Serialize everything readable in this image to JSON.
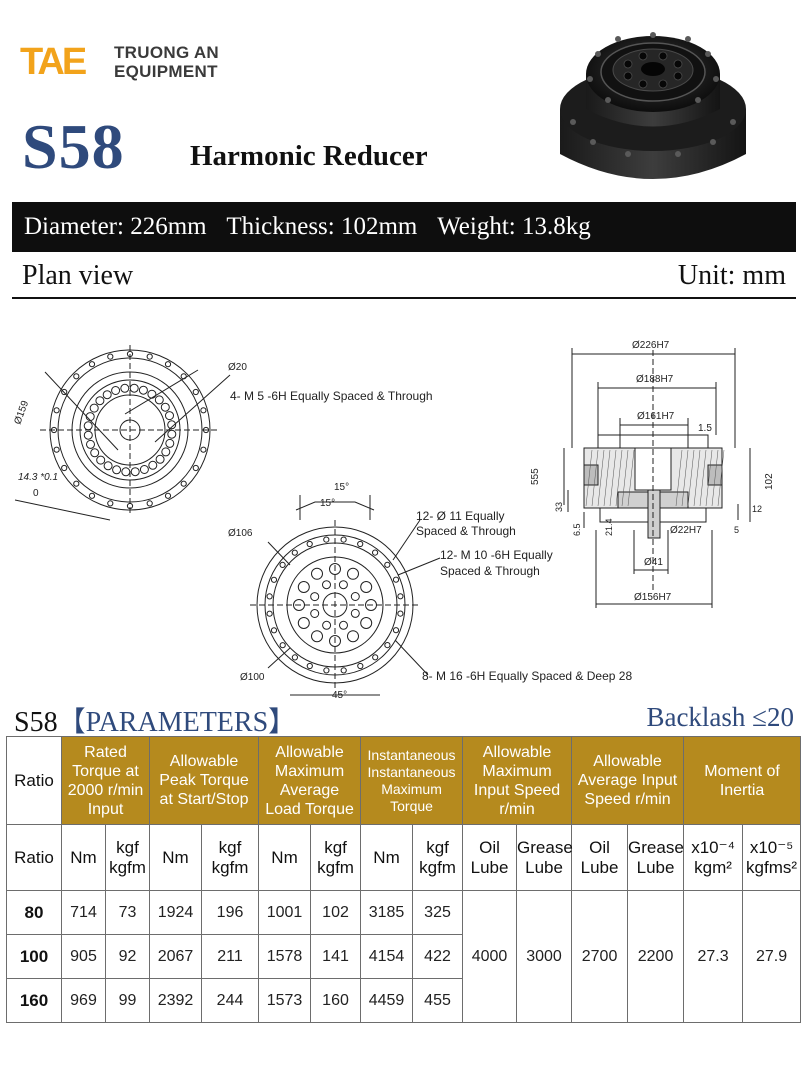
{
  "brand": {
    "mark": "TAE",
    "line1": "TRUONG AN",
    "line2": "EQUIPMENT",
    "accent_color": "#f2a31b",
    "text_color": "#3a3a3a"
  },
  "product": {
    "model": "S58",
    "name": "Harmonic Reducer",
    "model_color": "#2f4a7c"
  },
  "specs": {
    "diameter": "Diameter: 226mm",
    "thickness": "Thickness: 102mm",
    "weight": "Weight: 13.8kg"
  },
  "plan": {
    "label": "Plan view",
    "unit": "Unit: mm"
  },
  "drawing_labels": {
    "d20": "Ø20",
    "m5": "4- M 5 -6H Equally Spaced & Through",
    "d159": "Ø159",
    "d143": "14.3 *0.1",
    "d143_sub": "0",
    "deg15a": "15°",
    "deg15b": "15°",
    "d11_a": "12- Ø 11 Equally",
    "d11_b": "Spaced & Through",
    "m10_a": "12- M 10 -6H Equally",
    "m10_b": "Spaced & Through",
    "d106": "Ø106",
    "d100": "Ø100",
    "deg45": "45°",
    "m16": "8- M 16 -6H Equally Spaced & Deep 28",
    "d226": "Ø226H7",
    "d188": "Ø188H7",
    "d161": "Ø161H7",
    "v15": "1.5",
    "v555": "555",
    "v102": "102",
    "v33": "33",
    "v65": "6.5",
    "v214": "21.4",
    "v22": "Ø22H7",
    "v5": "5",
    "v12": "12",
    "v41": "Ø41",
    "d156": "Ø156H7"
  },
  "parameters": {
    "title": "S58",
    "title_bracket": "【PARAMETERS】",
    "backlash": "Backlash ≤20",
    "header_color": "#b58a1e",
    "ratio_label": "Ratio",
    "group_headers": {
      "rated": "Rated Torque at 2000 r/min Input",
      "peak": "Allowable Peak Torque at Start/Stop",
      "avg_load": "Allowable Maximum Average Load Torque",
      "instant_1": "Instantaneous",
      "instant_2": "Instantaneous",
      "instant_3": "Maximum",
      "instant_4": "Torque",
      "max_speed": "Allowable Maximum Input Speed r/min",
      "avg_speed": "Allowable Average Input Speed r/min",
      "inertia": "Moment of Inertia"
    },
    "units": {
      "nm": "Nm",
      "kgf_1": "kgf",
      "kgf_2": "kgfm",
      "oil_1": "Oil",
      "oil_2": "Lube",
      "grease_1": "Grease",
      "grease_2": "Lube",
      "in1_1": "x10⁻⁴",
      "in1_2": "kgm²",
      "in2_1": "x10⁻⁵",
      "in2_2": "kgfms²"
    },
    "rows": [
      {
        "ratio": "80",
        "rated_nm": "714",
        "rated_kgf": "73",
        "peak_nm": "1924",
        "peak_kgf": "196",
        "avg_nm": "1001",
        "avg_kgf": "102",
        "inst_nm": "3185",
        "inst_kgf": "325"
      },
      {
        "ratio": "100",
        "rated_nm": "905",
        "rated_kgf": "92",
        "peak_nm": "2067",
        "peak_kgf": "211",
        "avg_nm": "1578",
        "avg_kgf": "141",
        "inst_nm": "4154",
        "inst_kgf": "422"
      },
      {
        "ratio": "160",
        "rated_nm": "969",
        "rated_kgf": "99",
        "peak_nm": "2392",
        "peak_kgf": "244",
        "avg_nm": "1573",
        "avg_kgf": "160",
        "inst_nm": "4459",
        "inst_kgf": "455"
      }
    ],
    "shared": {
      "max_oil": "4000",
      "max_grease": "3000",
      "avg_oil": "2700",
      "avg_grease": "2200",
      "inertia_kgm2": "27.3",
      "inertia_kgfms2": "27.9"
    }
  }
}
